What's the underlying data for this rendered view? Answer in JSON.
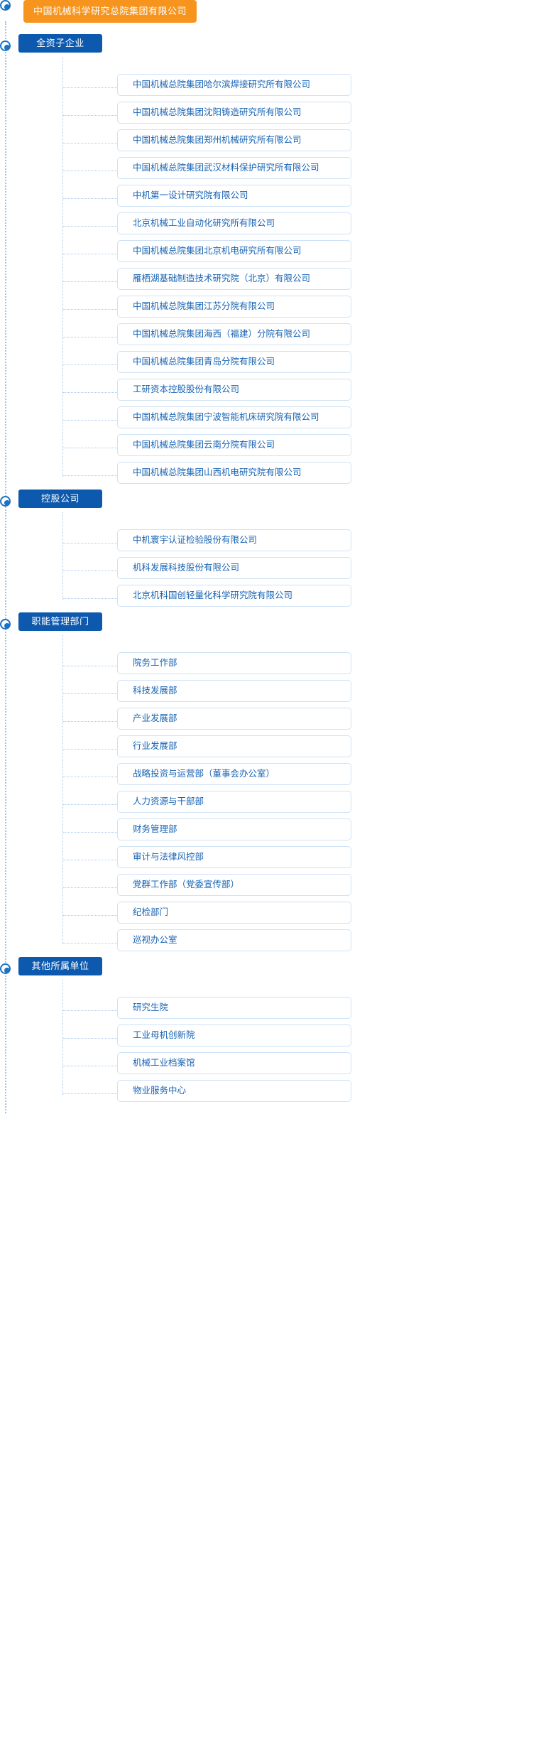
{
  "root": {
    "label": "中国机械科学研究总院集团有限公司",
    "color": "#f7941d",
    "marker_icon": "radio-target-icon"
  },
  "theme": {
    "section_color": "#0d59ad",
    "card_text_color": "#1763b4",
    "card_border_color": "#cfe2f5",
    "line_color": "#a9cbee"
  },
  "sections": [
    {
      "label": "全资子企业",
      "items": [
        "中国机械总院集团哈尔滨焊接研究所有限公司",
        "中国机械总院集团沈阳铸造研究所有限公司",
        "中国机械总院集团郑州机械研究所有限公司",
        "中国机械总院集团武汉材料保护研究所有限公司",
        "中机第一设计研究院有限公司",
        "北京机械工业自动化研究所有限公司",
        "中国机械总院集团北京机电研究所有限公司",
        "雁栖湖基础制造技术研究院（北京）有限公司",
        "中国机械总院集团江苏分院有限公司",
        "中国机械总院集团海西（福建）分院有限公司",
        "中国机械总院集团青岛分院有限公司",
        "工研资本控股股份有限公司",
        "中国机械总院集团宁波智能机床研究院有限公司",
        "中国机械总院集团云南分院有限公司",
        "中国机械总院集团山西机电研究院有限公司"
      ]
    },
    {
      "label": "控股公司",
      "items": [
        "中机寰宇认证检验股份有限公司",
        "机科发展科技股份有限公司",
        "北京机科国创轻量化科学研究院有限公司"
      ]
    },
    {
      "label": "职能管理部门",
      "items": [
        "院务工作部",
        "科技发展部",
        "产业发展部",
        "行业发展部",
        "战略投资与运营部（董事会办公室）",
        "人力资源与干部部",
        "财务管理部",
        "审计与法律风控部",
        "党群工作部（党委宣传部）",
        "纪检部门",
        "巡视办公室"
      ]
    },
    {
      "label": "其他所属单位",
      "items": [
        "研究生院",
        "工业母机创新院",
        "机械工业档案馆",
        "物业服务中心"
      ]
    }
  ]
}
